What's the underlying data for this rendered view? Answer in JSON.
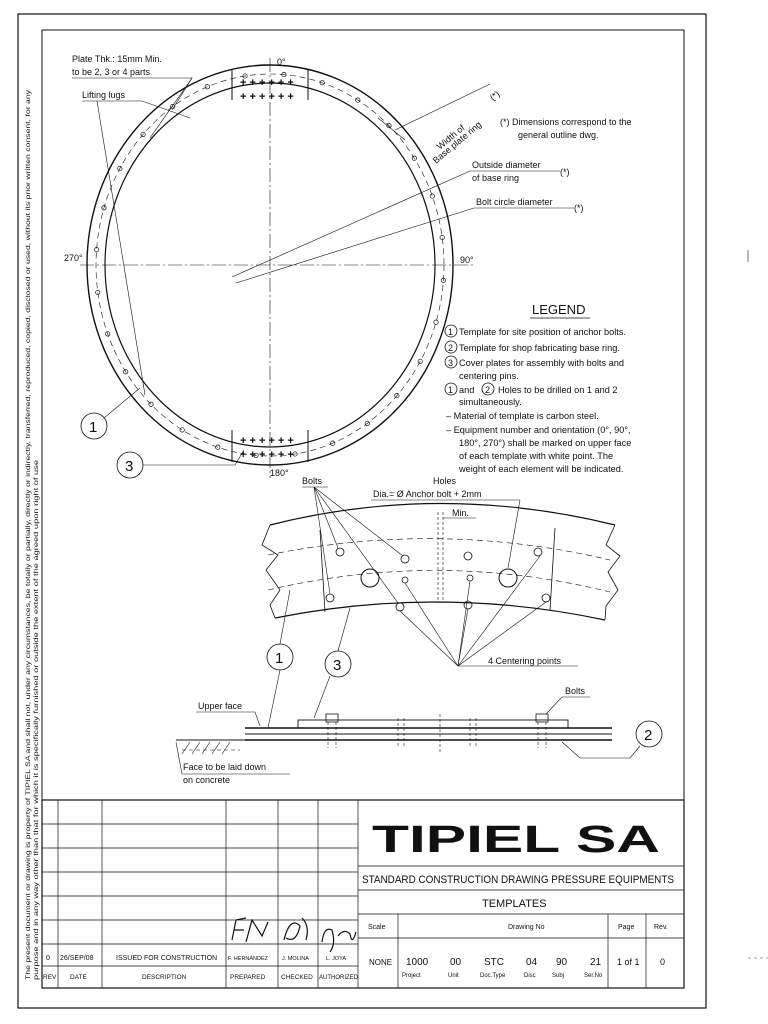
{
  "drawing": {
    "notes": {
      "plate_thk_line1": "Plate Thk.: 15mm Min.",
      "plate_thk_line2": "to be 2, 3 or 4 parts",
      "lifting_lugs": "Lifting lugs",
      "width_line1": "Width of",
      "width_line2": "Base plate ring",
      "star": "(*)",
      "dims_note_line1": "(*) Dimensions correspond to the",
      "dims_note_line2": "general outline dwg.",
      "outside_dia_line1": "Outside diameter",
      "outside_dia_line2": "of base ring",
      "bolt_circle": "Bolt circle diameter",
      "bolts": "Bolts",
      "holes": "Holes",
      "holes_dia": "Dia.= Ø Anchor bolt + 2mm",
      "min": "Min.",
      "centering_points": "4 Centering points",
      "bolts_2": "Bolts",
      "upper_face": "Upper face",
      "face_laid_line1": "Face to be laid down",
      "face_laid_line2": "on concrete"
    },
    "angles": {
      "a0": "0°",
      "a90": "90°",
      "a180": "180°",
      "a270": "270°"
    },
    "callouts": {
      "c1": "1",
      "c2": "2",
      "c3": "3"
    },
    "legend": {
      "title": "LEGEND",
      "items": [
        "Template for site position of anchor bolts.",
        "Template for shop fabricating base ring.",
        "Cover plates for assembly with bolts and",
        "centering pins.",
        "and",
        "Holes to be drilled on 1 and 2",
        "simultaneously.",
        "– Material of template is carbon steel.",
        "– Equipment number and orientation (0°, 90°,",
        "180°, 270°) shall be marked on upper face",
        "of each template with white point. The",
        "weight of each element will be indicated."
      ]
    },
    "side_note": {
      "line1": "The present document or drawing is property of TIPIEL SA and shall not, under any circumstances, be totally or partially, directly or indirectly, transferred, reproduced, copied, disclosed or used, without its prior written consent, for any",
      "line2": "purpose and in any way other than that for which it is specifically furnished or outside the extent of the agreed upon right of use"
    }
  },
  "title_block": {
    "company": "TIPIEL SA",
    "title1": "STANDARD CONSTRUCTION DRAWING PRESSURE EQUIPMENTS",
    "title2": "TEMPLATES",
    "headers": {
      "scale": "Scale",
      "drawing_no": "Drawing No",
      "page": "Page",
      "rev": "Rev.",
      "rev_col": "REV",
      "date": "DATE",
      "description": "DESCRIPTION",
      "prepared": "PREPARED",
      "checked": "CHECKED",
      "authorized": "AUTHORIZED"
    },
    "revision": {
      "rev": "0",
      "date": "26/SEP/08",
      "description": "ISSUED FOR CONSTRUCTION",
      "prepared": "F. HERNANDEZ",
      "checked": "J. MOLINA",
      "authorized": "L. JOYA"
    },
    "values": {
      "scale": "NONE",
      "project": "1000",
      "unit": "00",
      "doc_type": "STC",
      "disc": "04",
      "subj": "90",
      "ser_no": "21",
      "page": "1 of 1",
      "rev": "0"
    },
    "sub_labels": {
      "project": "Project",
      "unit": "Unit",
      "doc_type": "Doc.Type",
      "disc": "Disc",
      "subj": "Subj",
      "ser_no": "Ser.No"
    }
  }
}
